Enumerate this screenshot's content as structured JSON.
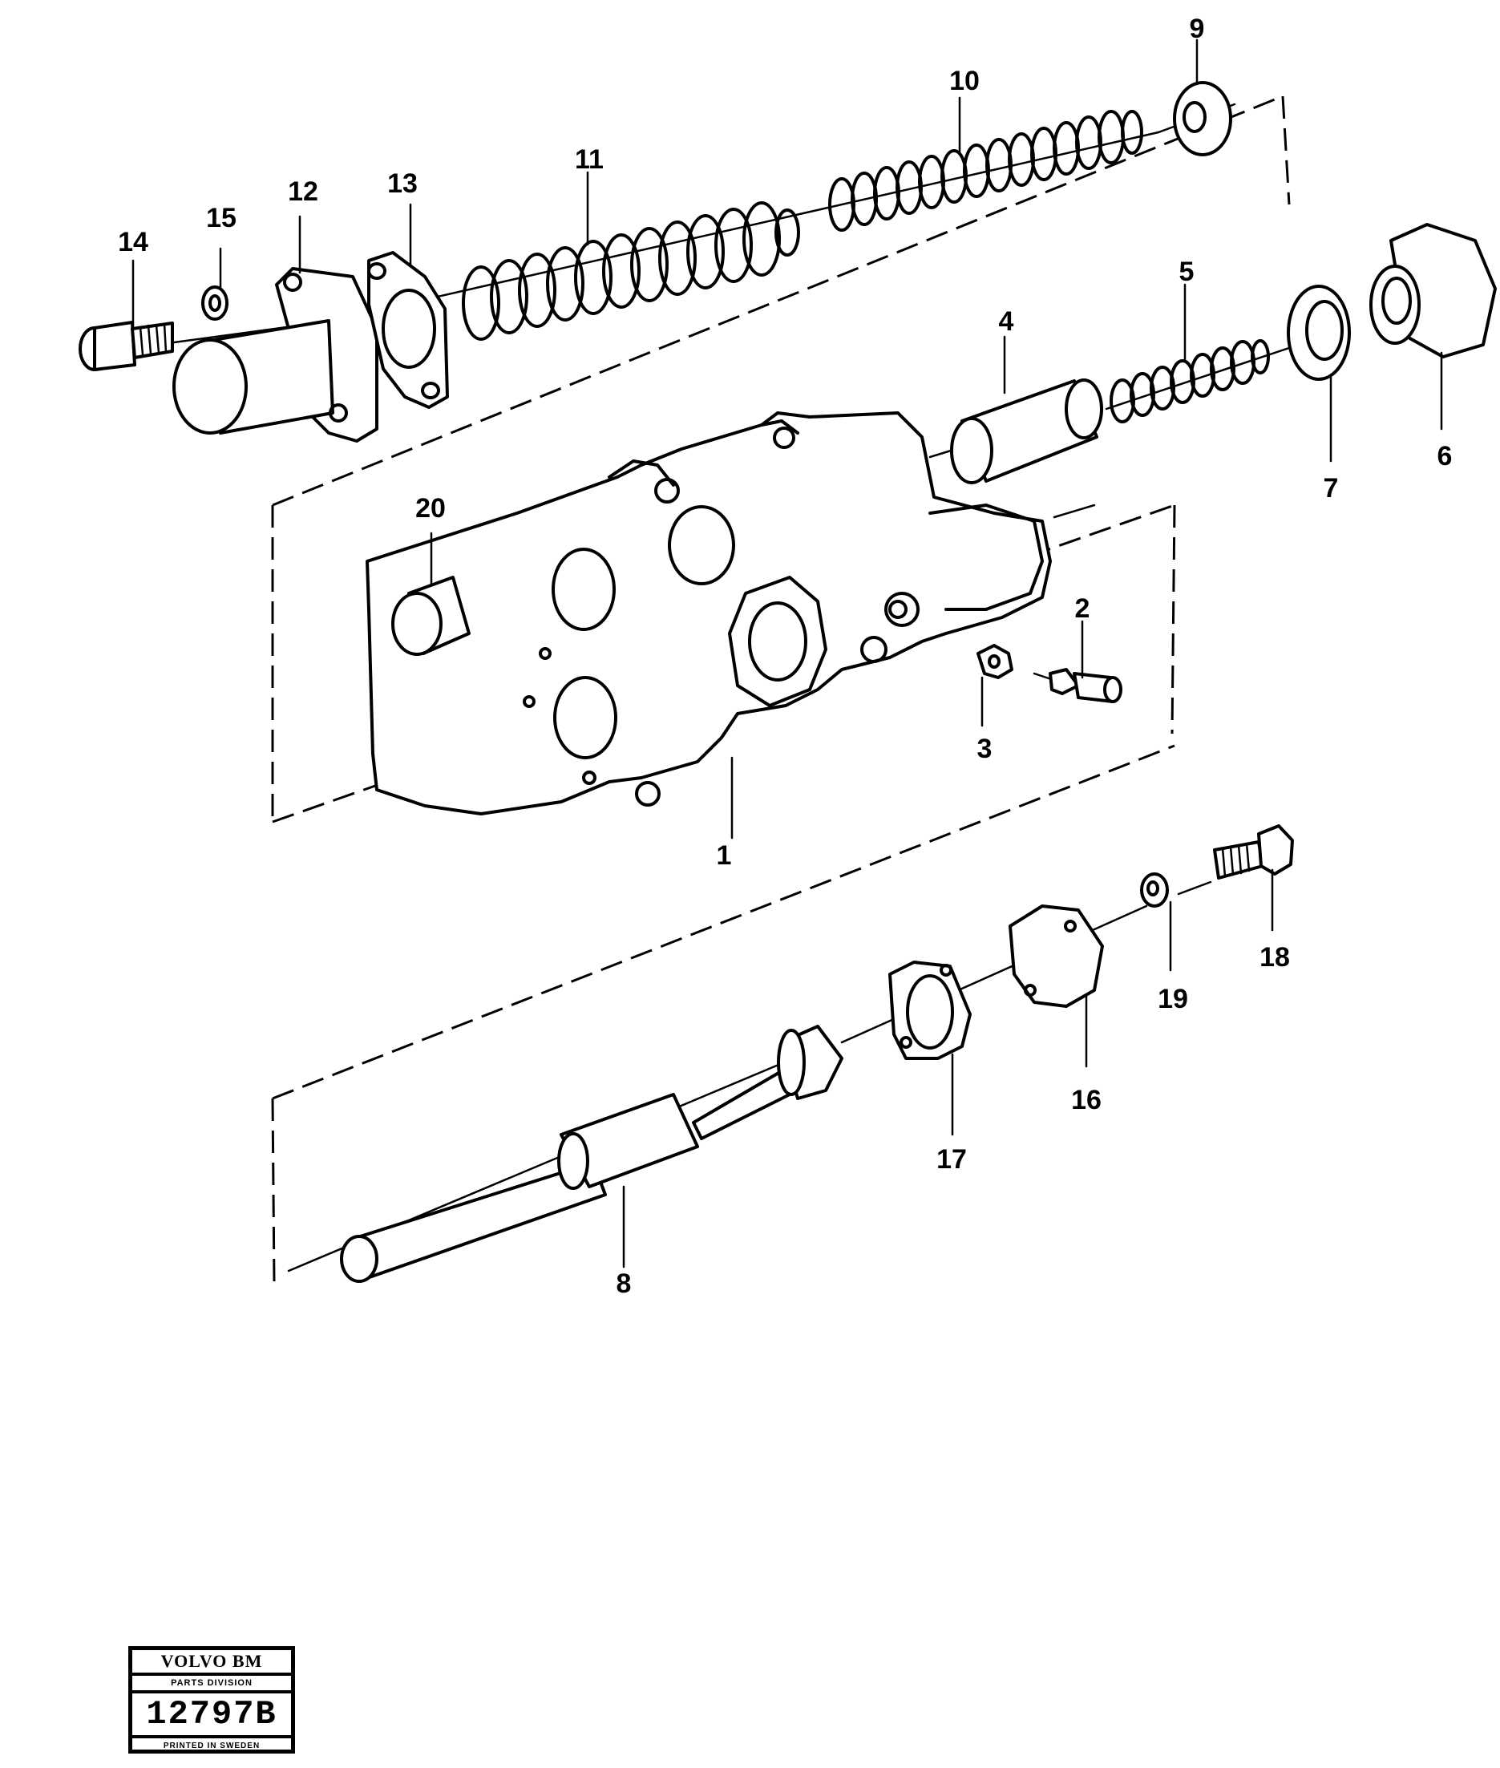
{
  "callouts": {
    "c1": "1",
    "c2": "2",
    "c3": "3",
    "c4": "4",
    "c5": "5",
    "c6": "6",
    "c7": "7",
    "c8": "8",
    "c9": "9",
    "c10": "10",
    "c11": "11",
    "c12": "12",
    "c13": "13",
    "c14": "14",
    "c15": "15",
    "c16": "16",
    "c17": "17",
    "c18": "18",
    "c19": "19",
    "c20": "20"
  },
  "stamp": {
    "brand": "VOLVO BM",
    "division": "PARTS DIVISION",
    "number": "12797B",
    "printed": "PRINTED IN SWEDEN"
  }
}
